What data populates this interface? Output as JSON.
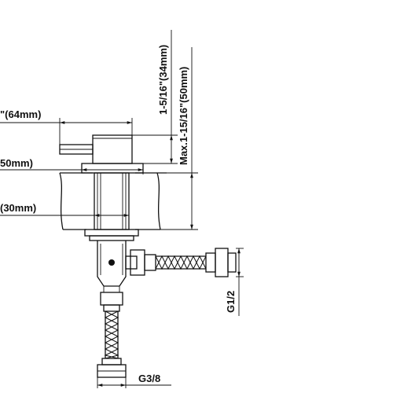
{
  "dimensions": {
    "spout_length": "\"(64mm)",
    "body_height": "1-5/16\"(34mm)",
    "deck_max_thickness": "Max.1-15/16\"(50mm)",
    "base_diameter": "50mm)",
    "shank_diameter": "(30mm)",
    "outlet_thread": "G1/2",
    "inlet_thread": "G3/8"
  },
  "colors": {
    "line": "#111111",
    "background": "#ffffff"
  }
}
